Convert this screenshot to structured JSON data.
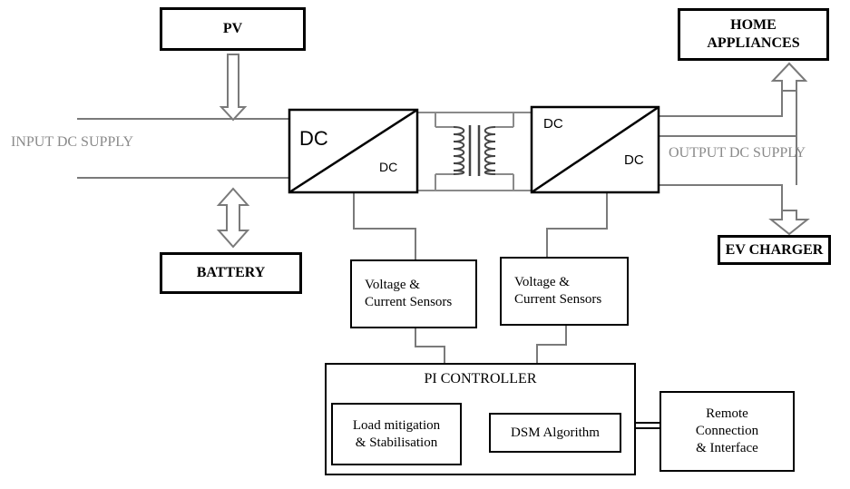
{
  "blocks": {
    "pv": "PV",
    "battery": "BATTERY",
    "home_appliances_1": "HOME",
    "home_appliances_2": "APPLIANCES",
    "ev_charger": "EV CHARGER",
    "sensors_left_1": "Voltage &",
    "sensors_left_2": "Current Sensors",
    "sensors_right_1": "Voltage &",
    "sensors_right_2": "Current Sensors",
    "pi_controller": "PI CONTROLLER",
    "load_mitigation_1": "Load mitigation",
    "load_mitigation_2": "& Stabilisation",
    "dsm_algorithm": "DSM Algorithm",
    "remote_1": "Remote",
    "remote_2": "Connection",
    "remote_3": "& Interface"
  },
  "labels": {
    "input_supply": "INPUT DC SUPPLY",
    "output_supply": "OUTPUT DC SUPPLY",
    "conv1_in": "DC",
    "conv1_out": "DC",
    "conv2_in": "DC",
    "conv2_out": "DC"
  },
  "colors": {
    "line": "#000000",
    "wire_gray": "#7a7a7a",
    "supply_text": "#8a8a8a",
    "arrow_fill": "#ffffff"
  }
}
